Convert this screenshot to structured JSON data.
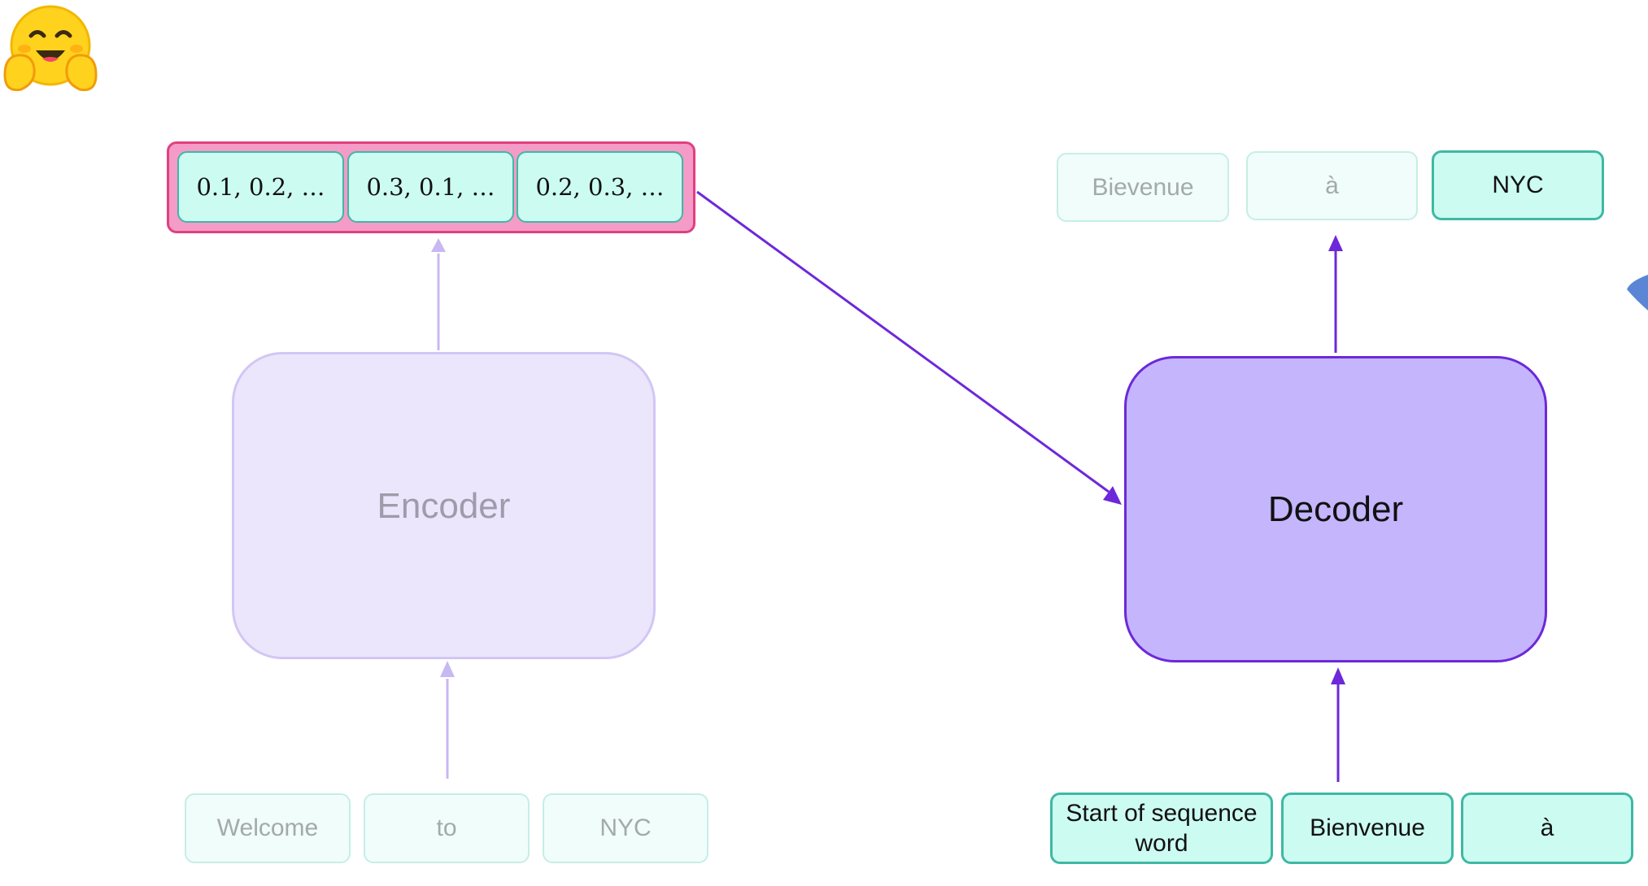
{
  "embeddings": [
    "0.1, 0.2, …",
    "0.3, 0.1, …",
    "0.2, 0.3, …"
  ],
  "encoder_label": "Encoder",
  "decoder_label": "Decoder",
  "encoder_inputs": [
    "Welcome",
    "to",
    "NYC"
  ],
  "decoder_outputs": [
    "Bievenue",
    "à",
    "NYC"
  ],
  "decoder_inputs": [
    "Start of sequence word",
    "Bienvenue",
    "à"
  ],
  "colors": {
    "token_fill": "#ccfbf1",
    "token_border": "#3fb8a4",
    "embedding_group": "#f59bc8",
    "encoder_fill": "#ece6fd",
    "decoder_fill": "#c4b5fd",
    "decoder_border": "#6d28d9",
    "arrow_active": "#6d28d9",
    "arrow_faded": "#c8b8f2"
  },
  "icons": {
    "logo": "hugging-face-emoji-icon"
  }
}
